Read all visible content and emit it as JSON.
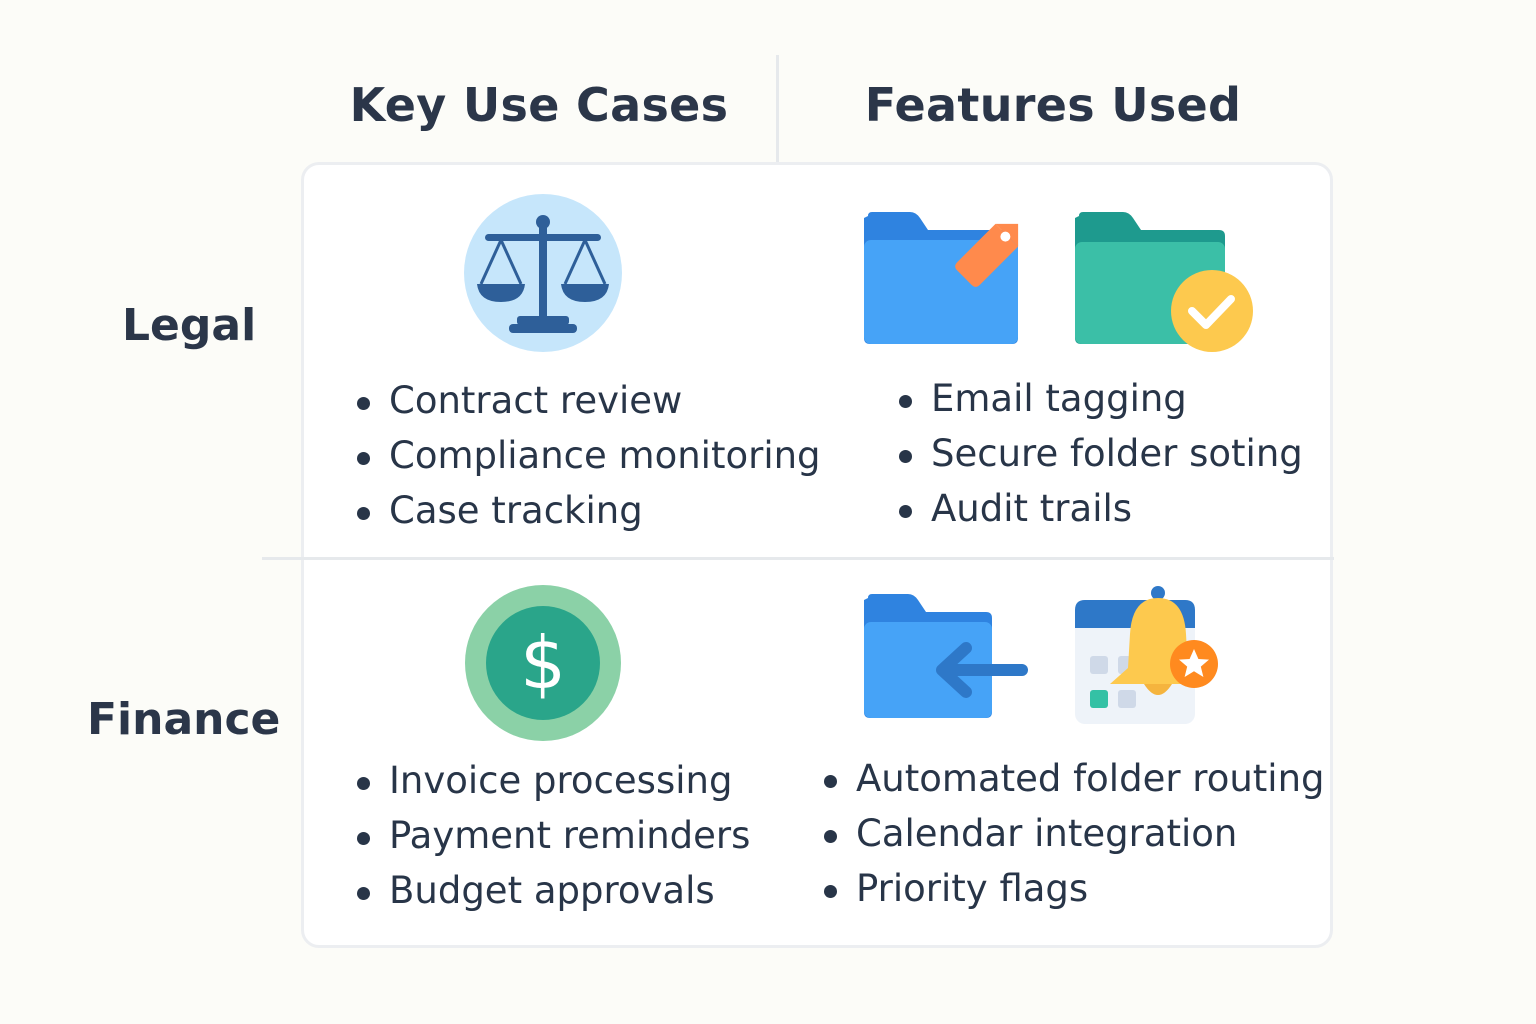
{
  "columns": {
    "use_cases": "Key Use Cases",
    "features": "Features Used"
  },
  "rows": {
    "legal": {
      "label": "Legal",
      "use_cases": [
        "Contract review",
        "Compliance monitoring",
        "Case tracking"
      ],
      "features": [
        "Email tagging",
        "Secure folder soting",
        "Audit trails"
      ],
      "use_case_icon": "scales-of-justice-icon",
      "feature_icons": [
        "tagged-folder-icon",
        "verified-folder-icon"
      ]
    },
    "finance": {
      "label": "Finance",
      "use_cases": [
        "Invoice processing",
        "Payment reminders",
        "Budget approvals"
      ],
      "features": [
        "Automated folder routing",
        "Calendar integration",
        "Priority flags"
      ],
      "use_case_icon": "dollar-coin-icon",
      "feature_icons": [
        "folder-routing-icon",
        "calendar-bell-icon"
      ]
    }
  },
  "colors": {
    "text": "#283548",
    "folder_blue": "#3a9af0",
    "folder_teal": "#3bbfa7",
    "tag_orange": "#ff8a4c",
    "check_yellow": "#fdc94e",
    "coin_green": "#2aa58a",
    "scales_blue": "#2e5f99"
  },
  "icons": {
    "dollar_sign": "$"
  }
}
